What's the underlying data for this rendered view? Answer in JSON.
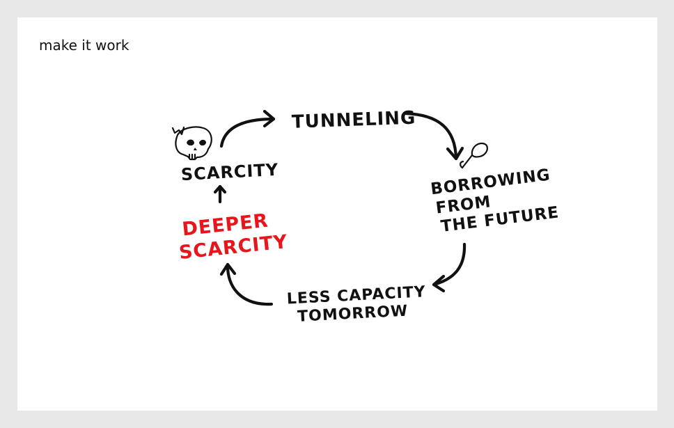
{
  "brand": {
    "label": "make it work"
  },
  "nodes": {
    "scarcity": "SCARCITY",
    "tunneling": "TUNNELING",
    "borrowing": [
      "BORROWING",
      "FROM",
      "THE FUTURE"
    ],
    "less_capacity": [
      "LESS CAPACITY",
      "TOMORROW"
    ],
    "deeper_scarcity": [
      "DEEPER",
      "SCARCITY"
    ]
  },
  "icons": {
    "scarcity_icon": "skull-with-crown-icon",
    "borrowing_icon": "spoon-icon"
  },
  "colors": {
    "ink": "#111111",
    "accent": "#e8161b",
    "background": "#ffffff",
    "frame": "#e7e7e7"
  }
}
